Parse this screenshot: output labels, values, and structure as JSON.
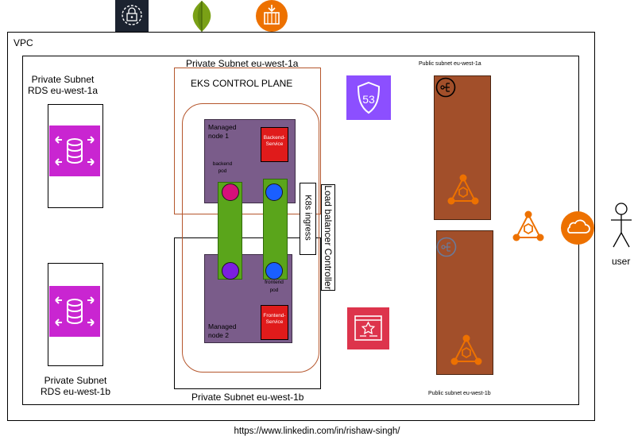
{
  "vpc": {
    "label": "VPC"
  },
  "subnets": {
    "private_1a_top": "Private Subnet eu-west-1a",
    "private_1b_bottom": "Private Subnet eu-west-1b",
    "rds_1a": [
      "Private Subnet",
      "RDS eu-west-1a"
    ],
    "rds_1b": [
      "Private Subnet",
      "RDS eu-west-1b"
    ],
    "public_1a": "Public subnet eu-west-1a",
    "public_1b": "Public subnet eu-west-1b"
  },
  "eks": {
    "control_plane": "EKS CONTROL PLANE"
  },
  "nodes": {
    "node1": [
      "Managed",
      "node 1"
    ],
    "node2": [
      "Managed",
      "node 2"
    ]
  },
  "services": {
    "backend": [
      "Backend-",
      "Service"
    ],
    "frontend": [
      "Frontend-",
      "Service"
    ]
  },
  "pods": {
    "backend": [
      "backend",
      "pod"
    ],
    "frontend": [
      "frontend",
      "pod"
    ]
  },
  "ingress": {
    "label": "K8s ingress"
  },
  "lb_controller": {
    "label": "Load balancer Controller"
  },
  "route53": {
    "label": "53"
  },
  "user": {
    "label": "user"
  },
  "footer": {
    "url": "https://www.linkedin.com/in/rishaw-singh/"
  },
  "colors": {
    "rds": "#c925d1",
    "route53": "#8c4fff",
    "orange": "#ed7100",
    "public_subnet": "#a24f2a",
    "node": "#7a5c8a",
    "pod": "#5aa51b",
    "service": "#e01b1b",
    "eks_border": "#b5562c"
  },
  "icons": [
    "secrets-manager-icon",
    "mongodb-leaf-icon",
    "ecr-container-icon",
    "route53-icon",
    "rds-icon",
    "nlb-icon",
    "elb-icon",
    "cloudfront-icon",
    "internet-cloud-icon",
    "acm-certificate-icon",
    "user-icon"
  ]
}
